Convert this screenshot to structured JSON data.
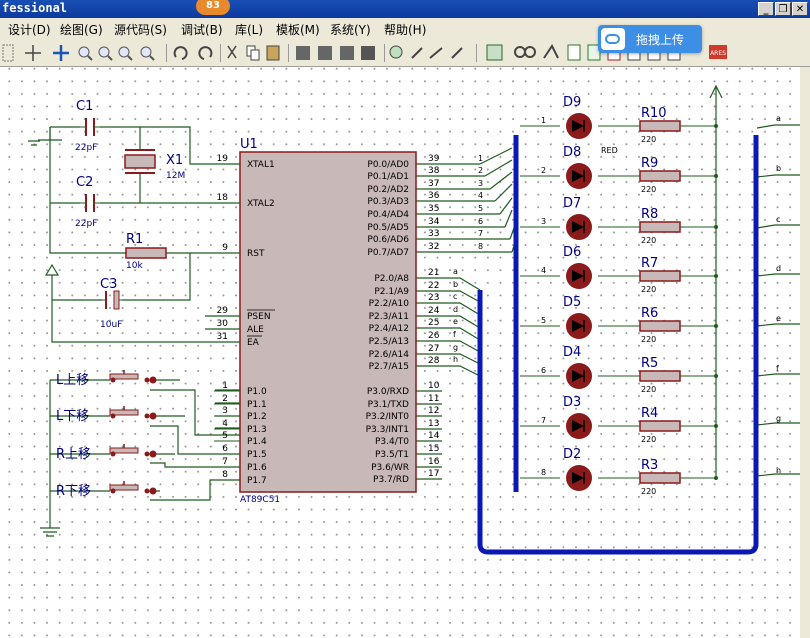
{
  "window": {
    "title": "fessional",
    "badge": "83"
  },
  "menu": [
    "设计(D)",
    "绘图(G)",
    "源代码(S)",
    "调试(B)",
    "库(L)",
    "模板(M)",
    "系统(Y)",
    "帮助(H)"
  ],
  "cloud_button": {
    "label": "拖拽上传"
  },
  "toolbar_icons": [
    "select-icon",
    "cross-icon",
    "move-icon",
    "zoom-in-icon",
    "zoom-out-icon",
    "zoom-all-icon",
    "zoom-area-icon",
    "undo-icon",
    "redo-icon",
    "cut-icon",
    "copy-icon",
    "paste-icon",
    "block-copy-icon",
    "block-move-icon",
    "block-rotate-icon",
    "block-delete-icon",
    "pick-device-icon",
    "make-device-icon",
    "decompose-icon",
    "tool-icon",
    "wire-autorouter-icon",
    "search-tag-icon",
    "property-assign-icon",
    "new-sheet-icon",
    "add-sheet-icon",
    "remove-sheet-icon",
    "netlist-icon",
    "bom-icon",
    "erc-icon",
    "ares-icon"
  ],
  "colors": {
    "wire": "#1e5c1e",
    "component": "#8b1a1a",
    "bus": "#0a18b4",
    "chip_fill": "#c8b8b8",
    "text": "#000080",
    "led_body": "#8b1a1a"
  },
  "u1": {
    "ref": "U1",
    "part": "AT89C51",
    "left_pins": [
      {
        "num": "19",
        "name": "XTAL1"
      },
      {
        "num": "18",
        "name": "XTAL2"
      },
      {
        "num": "9",
        "name": "RST"
      },
      {
        "num": "29",
        "name": "PSEN"
      },
      {
        "num": "30",
        "name": "ALE"
      },
      {
        "num": "31",
        "name": "EA"
      },
      {
        "num": "1",
        "name": "P1.0"
      },
      {
        "num": "2",
        "name": "P1.1"
      },
      {
        "num": "3",
        "name": "P1.2"
      },
      {
        "num": "4",
        "name": "P1.3"
      },
      {
        "num": "5",
        "name": "P1.4"
      },
      {
        "num": "6",
        "name": "P1.5"
      },
      {
        "num": "7",
        "name": "P1.6"
      },
      {
        "num": "8",
        "name": "P1.7"
      }
    ],
    "right_pins": [
      {
        "num": "39",
        "name": "P0.0/AD0"
      },
      {
        "num": "38",
        "name": "P0.1/AD1"
      },
      {
        "num": "37",
        "name": "P0.2/AD2"
      },
      {
        "num": "36",
        "name": "P0.3/AD3"
      },
      {
        "num": "35",
        "name": "P0.4/AD4"
      },
      {
        "num": "34",
        "name": "P0.5/AD5"
      },
      {
        "num": "33",
        "name": "P0.6/AD6"
      },
      {
        "num": "32",
        "name": "P0.7/AD7"
      },
      {
        "num": "21",
        "name": "P2.0/A8"
      },
      {
        "num": "22",
        "name": "P2.1/A9"
      },
      {
        "num": "23",
        "name": "P2.2/A10"
      },
      {
        "num": "24",
        "name": "P2.3/A11"
      },
      {
        "num": "25",
        "name": "P2.4/A12"
      },
      {
        "num": "26",
        "name": "P2.5/A13"
      },
      {
        "num": "27",
        "name": "P2.6/A14"
      },
      {
        "num": "28",
        "name": "P2.7/A15"
      },
      {
        "num": "10",
        "name": "P3.0/RXD"
      },
      {
        "num": "11",
        "name": "P3.1/TXD"
      },
      {
        "num": "12",
        "name": "P3.2/INT0"
      },
      {
        "num": "13",
        "name": "P3.3/INT1"
      },
      {
        "num": "14",
        "name": "P3.4/T0"
      },
      {
        "num": "15",
        "name": "P3.5/T1"
      },
      {
        "num": "16",
        "name": "P3.6/WR"
      },
      {
        "num": "17",
        "name": "P3.7/RD"
      }
    ],
    "p0_net_labels": [
      "1",
      "2",
      "3",
      "4",
      "5",
      "6",
      "7",
      "8"
    ],
    "p2_net_labels": [
      "a",
      "b",
      "c",
      "d",
      "e",
      "f",
      "g",
      "h"
    ]
  },
  "passives": {
    "c1": {
      "ref": "C1",
      "value": "22pF"
    },
    "c2": {
      "ref": "C2",
      "value": "22pF"
    },
    "x1": {
      "ref": "X1",
      "value": "12M"
    },
    "r1": {
      "ref": "R1",
      "value": "10k"
    },
    "c3": {
      "ref": "C3",
      "value": "10uF"
    }
  },
  "buttons": [
    "L上移",
    "L下移",
    "R上移",
    "R下移"
  ],
  "leds": [
    {
      "ref": "D9",
      "net": "1"
    },
    {
      "ref": "D8",
      "net": "2"
    },
    {
      "ref": "D7",
      "net": "3"
    },
    {
      "ref": "D6",
      "net": "4"
    },
    {
      "ref": "D5",
      "net": "5"
    },
    {
      "ref": "D4",
      "net": "6"
    },
    {
      "ref": "D3",
      "net": "7"
    },
    {
      "ref": "D2",
      "net": "8"
    }
  ],
  "led_type": "RED",
  "resistors": [
    {
      "ref": "R10",
      "value": "220"
    },
    {
      "ref": "R9",
      "value": "220"
    },
    {
      "ref": "R8",
      "value": "220"
    },
    {
      "ref": "R7",
      "value": "220"
    },
    {
      "ref": "R6",
      "value": "220"
    },
    {
      "ref": "R5",
      "value": "220"
    },
    {
      "ref": "R4",
      "value": "220"
    },
    {
      "ref": "R3",
      "value": "220"
    }
  ],
  "right_net_labels": [
    "a",
    "b",
    "c",
    "d",
    "e",
    "f",
    "g",
    "h"
  ]
}
